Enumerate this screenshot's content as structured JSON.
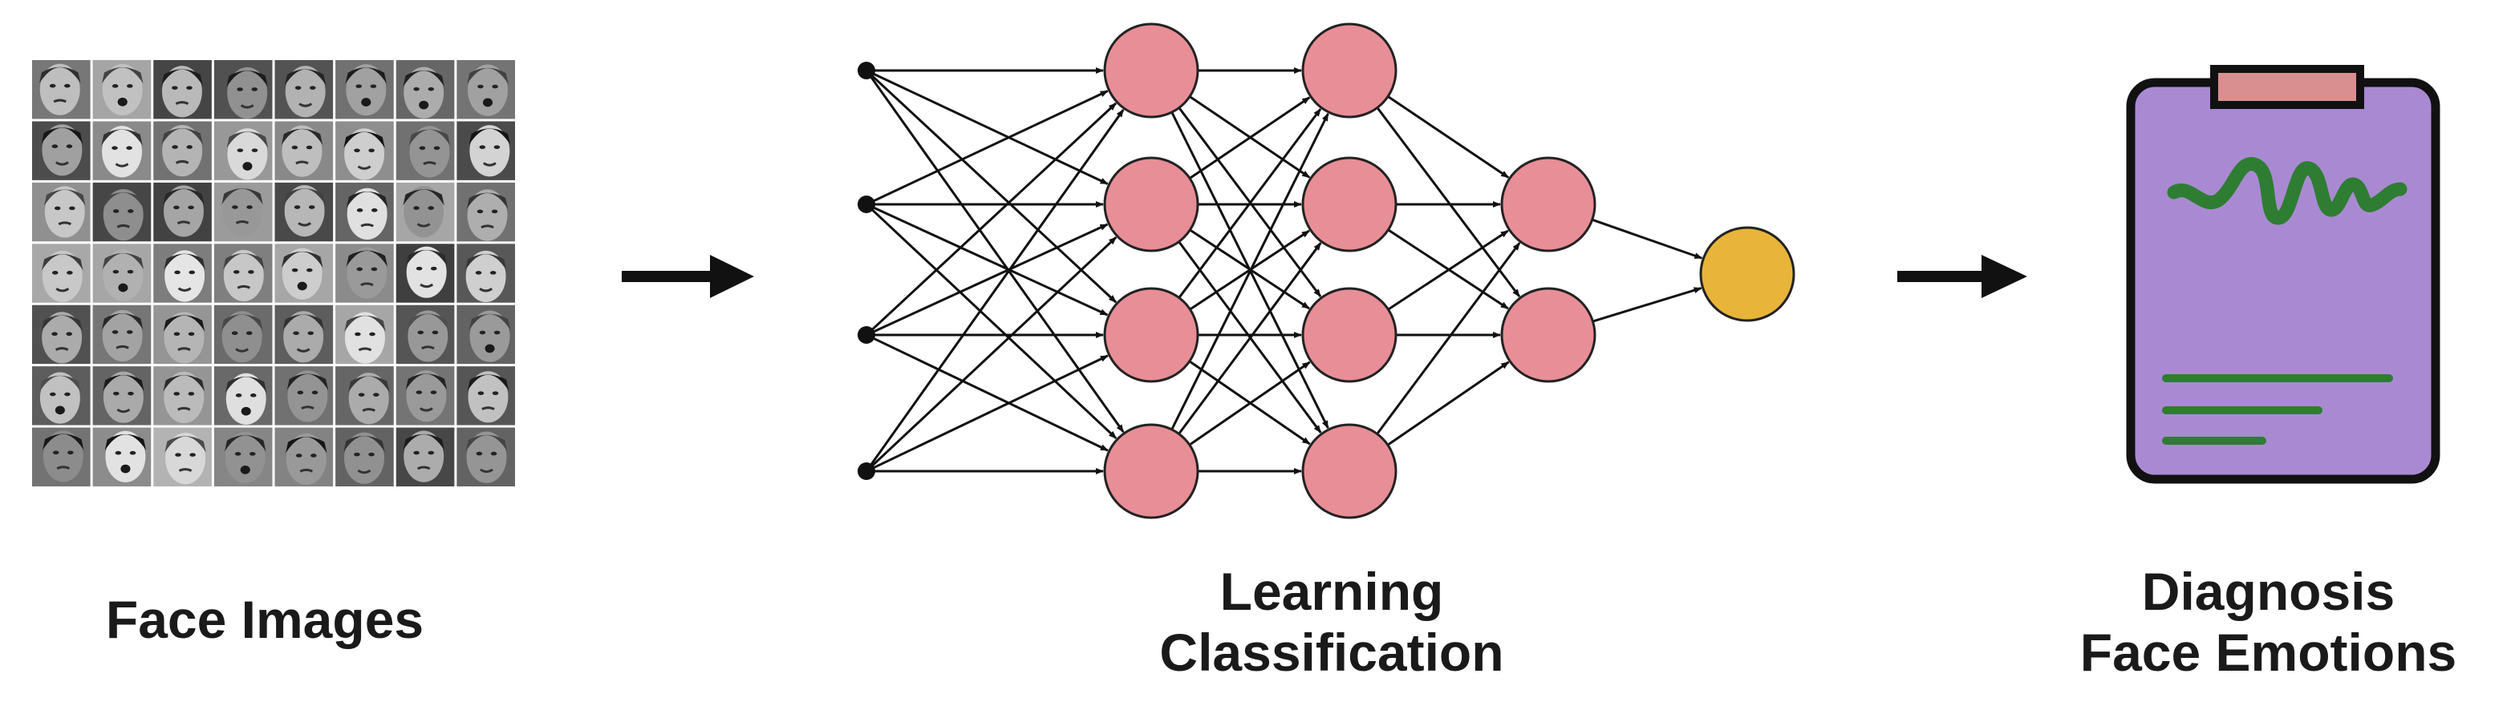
{
  "captions": {
    "face_images": "Face Images",
    "learning_line1": "Learning",
    "learning_line2": "Classification",
    "diagnosis_line1": "Diagnosis",
    "diagnosis_line2": "Face Emotions"
  },
  "network": {
    "layers": [
      4,
      4,
      4,
      2,
      1
    ],
    "input_color": "#111111",
    "hidden_color": "#E88E96",
    "output_color": "#E8B43A"
  },
  "face_grid": {
    "rows": 7,
    "cols": 8
  },
  "clipboard": {
    "board_color": "#A98AD2",
    "clip_color": "#D98F8F",
    "ink_color": "#2E7D32"
  },
  "colors": {
    "arrow": "#111111",
    "outline": "#111111"
  }
}
